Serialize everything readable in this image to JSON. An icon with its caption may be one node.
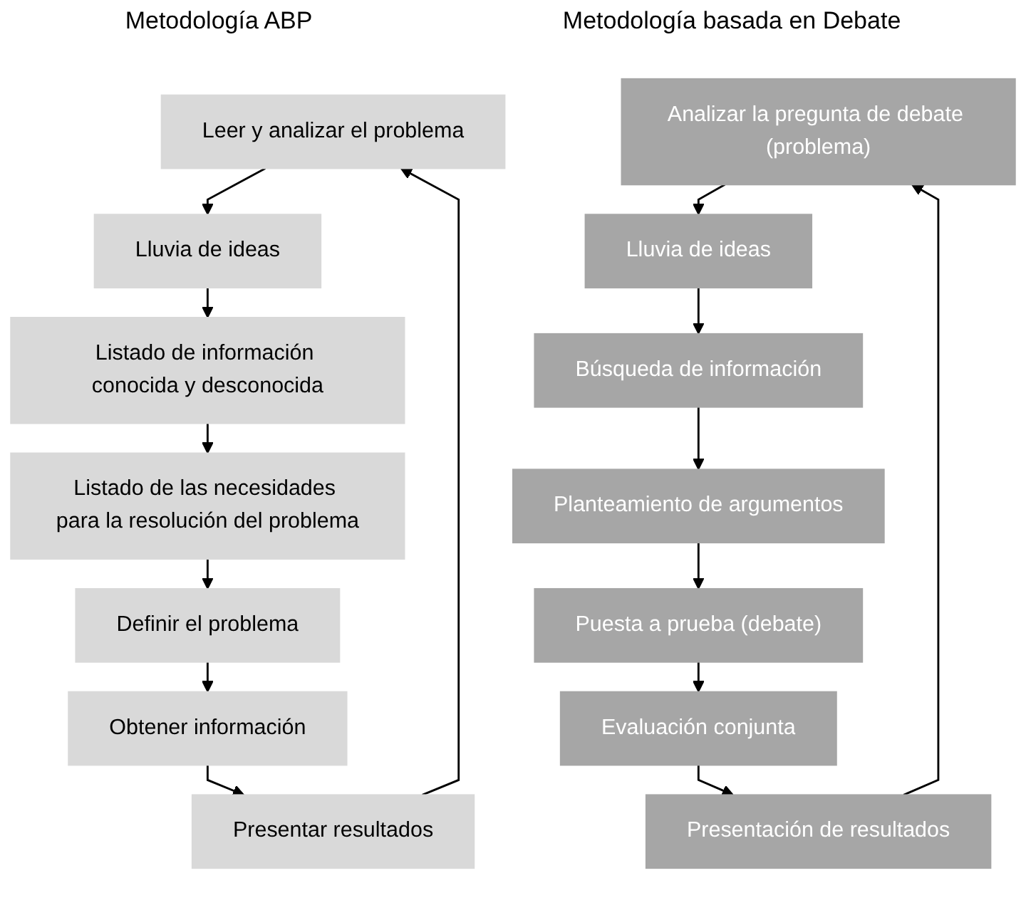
{
  "diagram": {
    "nodes": [
      {
        "text": [
          "Leer y analizar el problema"
        ]
      },
      {
        "text": [
          "Lluvia de ideas"
        ]
      },
      {
        "text": [
          "Listado de información conocida y desconocida"
        ]
      },
      {
        "text": [
          "Listado de las necesidades para la resolución del problema"
        ]
      },
      {
        "text": [
          "Definir el problema"
        ]
      },
      {
        "text": [
          "Obtener información"
        ]
      },
      {
        "text": [
          "Presentar resultados"
        ]
      },
      {
        "text": [
          "Analizar la pregunta de debate (problema)"
        ]
      },
      {
        "text": [
          "Lluvia de ideas"
        ]
      },
      {
        "text": [
          "Búsqueda de información"
        ]
      },
      {
        "text": [
          "Planteamiento de argumentos"
        ]
      },
      {
        "text": [
          "Puesta a prueba (debate)"
        ]
      },
      {
        "text": [
          "Evaluación conjunta"
        ]
      },
      {
        "text": [
          "Presentación de resultados"
        ]
      }
    ],
    "edges": [
      {
        "from": 0,
        "to": 1,
        "arrow": "to"
      },
      {
        "from": 1,
        "to": 2,
        "arrow": "to"
      },
      {
        "from": 2,
        "to": 3,
        "arrow": "to"
      },
      {
        "from": 3,
        "to": 4,
        "arrow": "to"
      },
      {
        "from": 4,
        "to": 5,
        "arrow": "to"
      },
      {
        "from": 5,
        "to": 6,
        "arrow": "to"
      },
      {
        "from": 6,
        "to": 0,
        "arrow": "to"
      },
      {
        "from": 7,
        "to": 8,
        "arrow": "to"
      },
      {
        "from": 8,
        "to": 9,
        "arrow": "to"
      },
      {
        "from": 9,
        "to": 10,
        "arrow": "to"
      },
      {
        "from": 10,
        "to": 11,
        "arrow": "to"
      },
      {
        "from": 11,
        "to": 12,
        "arrow": "to"
      },
      {
        "from": 12,
        "to": 13,
        "arrow": "to"
      },
      {
        "from": 13,
        "to": 7,
        "arrow": "to"
      }
    ],
    "labels": [
      "Metodología ABP",
      "Metodología basada en Debate"
    ]
  }
}
